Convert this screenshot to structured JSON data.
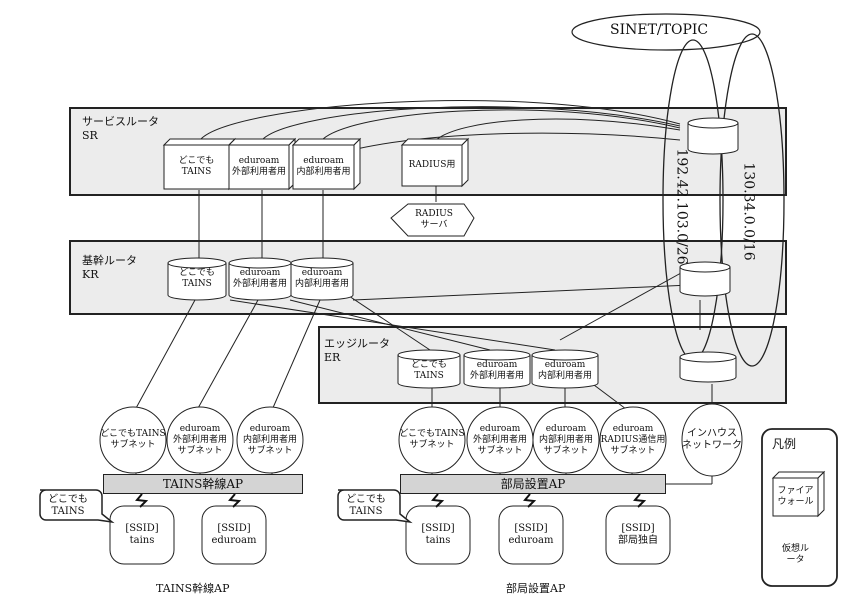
{
  "sinet": "SINET/TOPIC",
  "subnet_a": "192.42.103.0/26",
  "subnet_b": "130.34.0.0/16",
  "sr": {
    "name": "サービスルータ",
    "code": "SR",
    "boxes": [
      {
        "l1": "どこでも",
        "l2": "TAINS"
      },
      {
        "l1": "eduroam",
        "l2": "外部利用者用"
      },
      {
        "l1": "eduroam",
        "l2": "内部利用者用"
      },
      {
        "l1": "RADIUS用",
        "l2": ""
      }
    ]
  },
  "radius_server": {
    "l1": "RADIUS",
    "l2": "サーバ"
  },
  "kr": {
    "name": "基幹ルータ",
    "code": "KR",
    "routers": [
      {
        "l1": "どこでも",
        "l2": "TAINS"
      },
      {
        "l1": "eduroam",
        "l2": "外部利用者用"
      },
      {
        "l1": "eduroam",
        "l2": "内部利用者用"
      }
    ]
  },
  "er": {
    "name": "エッジルータ",
    "code": "ER",
    "routers": [
      {
        "l1": "どこでも",
        "l2": "TAINS"
      },
      {
        "l1": "eduroam",
        "l2": "外部利用者用"
      },
      {
        "l1": "eduroam",
        "l2": "内部利用者用"
      }
    ]
  },
  "tains_subnets": [
    {
      "l1": "どこでもTAINS",
      "l2": "サブネット",
      "l3": ""
    },
    {
      "l1": "eduroam",
      "l2": "外部利用者用",
      "l3": "サブネット"
    },
    {
      "l1": "eduroam",
      "l2": "内部利用者用",
      "l3": "サブネット"
    }
  ],
  "dept_subnets": [
    {
      "l1": "どこでもTAINS",
      "l2": "サブネット",
      "l3": ""
    },
    {
      "l1": "eduroam",
      "l2": "外部利用者用",
      "l3": "サブネット"
    },
    {
      "l1": "eduroam",
      "l2": "内部利用者用",
      "l3": "サブネット"
    },
    {
      "l1": "eduroam",
      "l2": "RADIUS通信用",
      "l3": "サブネット"
    }
  ],
  "inhouse": {
    "l1": "インハウス",
    "l2": "ネットワーク"
  },
  "tains_ap_bar": "TAINS幹線AP",
  "dept_ap_bar": "部局設置AP",
  "callout": {
    "l1": "どこでも",
    "l2": "TAINS"
  },
  "tains_ssids": [
    {
      "l1": "[SSID]",
      "l2": "tains"
    },
    {
      "l1": "[SSID]",
      "l2": "eduroam"
    }
  ],
  "dept_ssids": [
    {
      "l1": "[SSID]",
      "l2": "tains"
    },
    {
      "l1": "[SSID]",
      "l2": "eduroam"
    },
    {
      "l1": "[SSID]",
      "l2": "部局独自"
    }
  ],
  "tains_caption": "TAINS幹線AP",
  "dept_caption": "部局設置AP",
  "legend": {
    "title": "凡例",
    "firewall": "ファイアウォール",
    "router": "仮想ルータ"
  }
}
